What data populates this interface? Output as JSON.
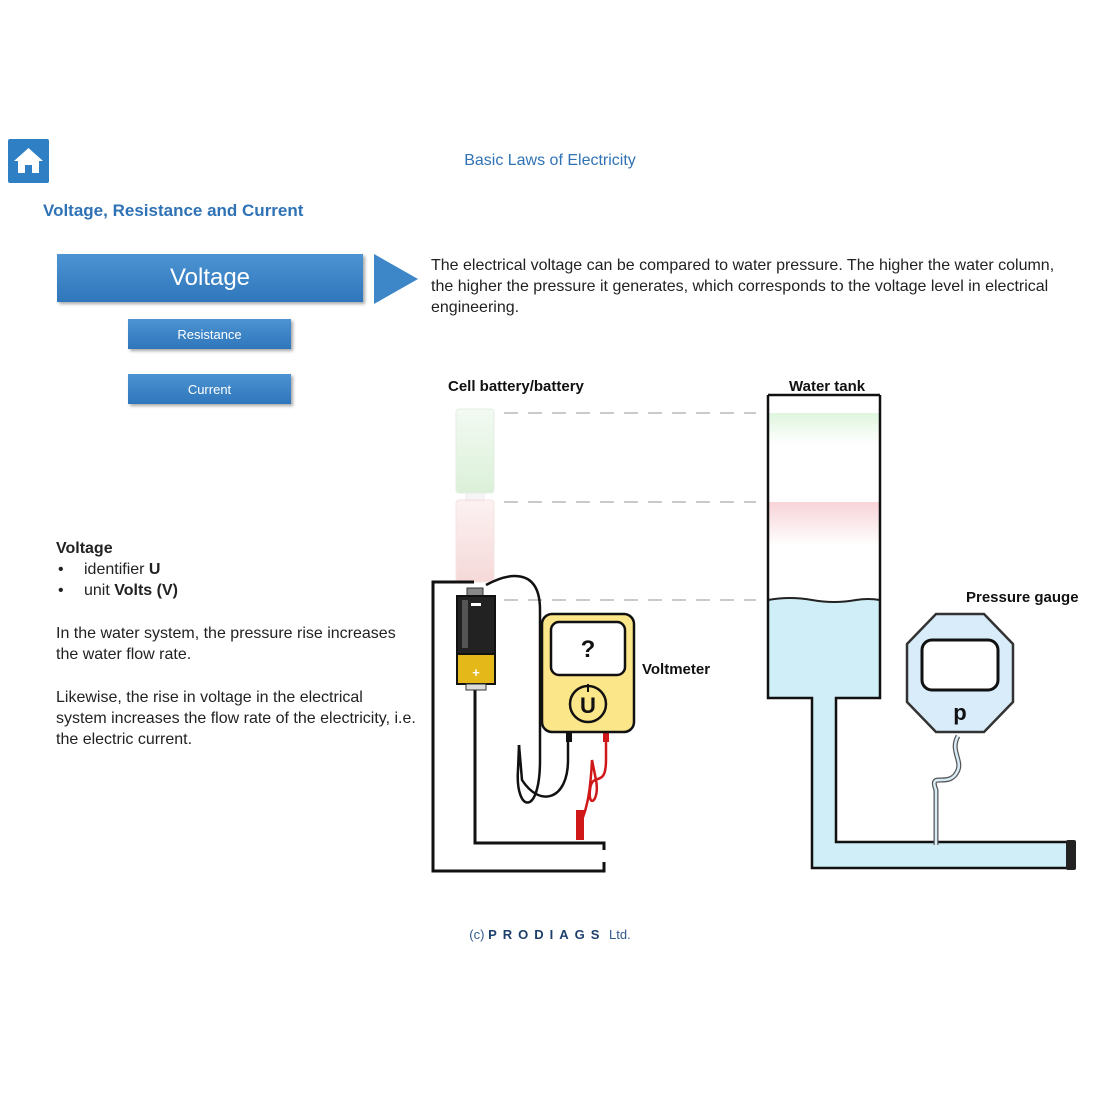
{
  "app_title": "Basic Laws of Electricity",
  "section_title": "Voltage, Resistance and Current",
  "nav": {
    "voltage_label": "Voltage",
    "resistance_label": "Resistance",
    "current_label": "Current"
  },
  "intro_text": "The electrical voltage can be compared to water pressure. The higher the water column, the higher the pressure it generates, which corresponds to the voltage level in electrical engineering.",
  "definition": {
    "title": "Voltage",
    "bullets": [
      {
        "prefix": "identifier ",
        "value": "U"
      },
      {
        "prefix": "unit ",
        "value": "Volts (V)"
      }
    ],
    "para1": "In the water system, the pressure rise increases the water flow rate.",
    "para2": "Likewise, the rise in voltage in the electrical system increases the flow rate of the electricity, i.e. the electric current."
  },
  "diagram": {
    "battery_label": "Cell battery/battery",
    "tank_label": "Water tank",
    "voltmeter_label": "Voltmeter",
    "gauge_label": "Pressure gauge",
    "meter_display": "?",
    "meter_symbol": "U",
    "gauge_symbol": "p",
    "plus_sign": "+",
    "minus_sign": "−"
  },
  "footer": {
    "prefix": "(c)",
    "logo": "PRODIAGS",
    "suffix": "Ltd."
  },
  "colors": {
    "accent": "#2f76bb",
    "water": "#cfeef7",
    "meter": "#fbe68a"
  }
}
